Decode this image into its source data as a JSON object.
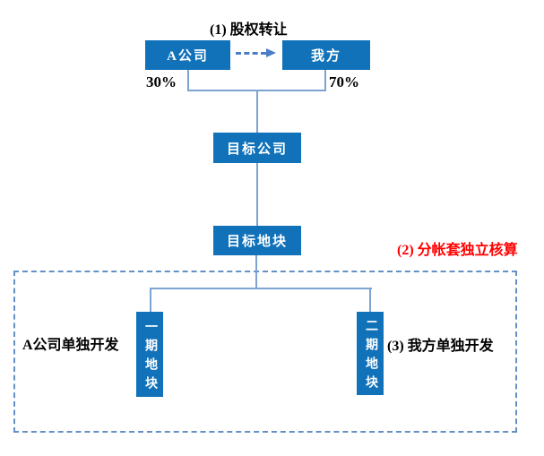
{
  "diagram": {
    "annotations": {
      "step1": "(1) 股权转让",
      "step2": "(2) 分帐套独立核算",
      "step3": "(3) 我方单独开发",
      "left_dev": "A公司单独开发"
    },
    "shares": {
      "company_a": "30%",
      "our_side": "70%"
    },
    "nodes": {
      "company_a": "A公司",
      "our_side": "我方",
      "target_company": "目标公司",
      "target_plot": "目标地块",
      "phase1_plot": "一期地块",
      "phase2_plot": "二期地块"
    },
    "colors": {
      "node_fill": "#1172BA",
      "node_text": "#FFFFFF",
      "connector_line": "#7DA3D1",
      "dashed_border": "#6391C6",
      "transfer_arrow": "#4A7CC7",
      "annotation_red": "#FF0000",
      "label_text": "#000000"
    }
  }
}
